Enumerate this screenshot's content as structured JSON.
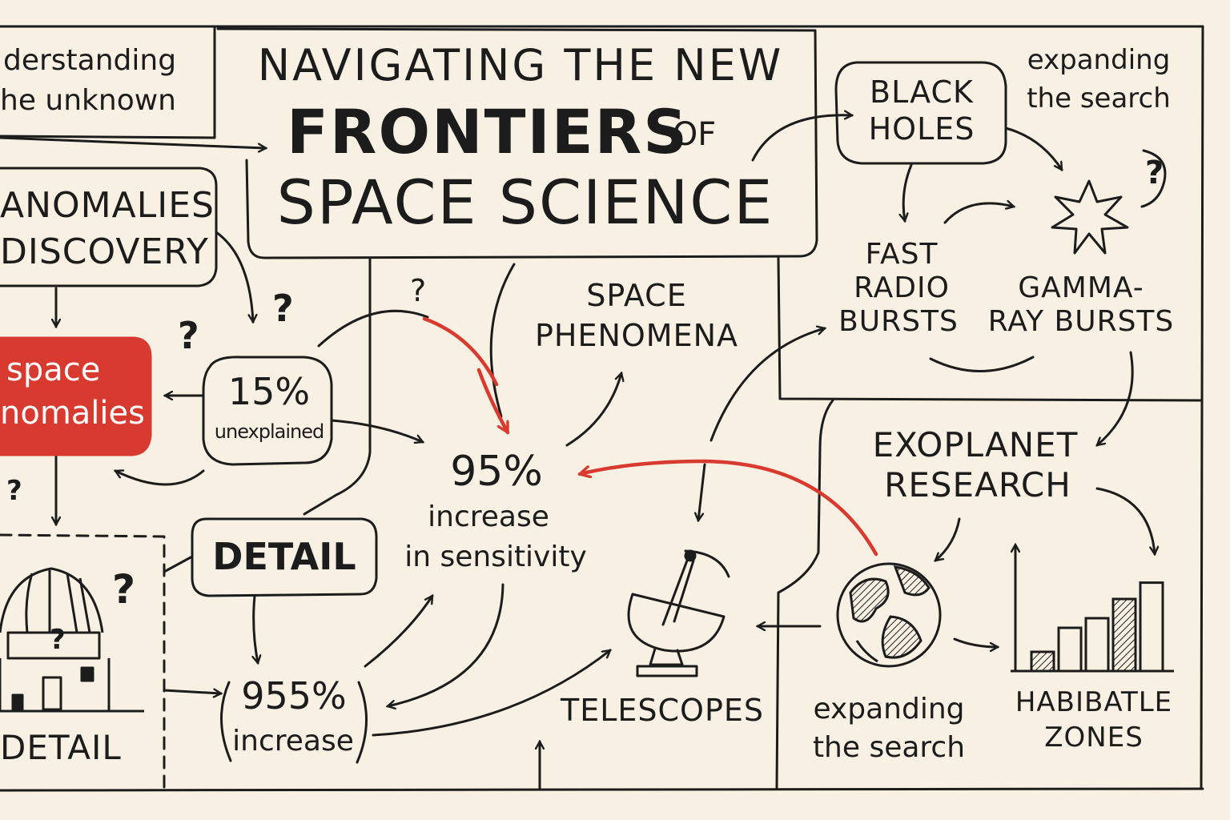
{
  "title": {
    "line1": "NAVIGATING THE NEW",
    "line2": "FRONTIERS",
    "line2_of": "OF",
    "line3": "SPACE SCIENCE"
  },
  "top_left_note": {
    "line1": "derstanding",
    "line2": "he unknown"
  },
  "anomalies_box": {
    "line1": "ANOMALIES",
    "line2": "DISCOVERY"
  },
  "space_anomalies_box": {
    "line1": "space",
    "line2": "nomalies"
  },
  "unexplained_node": {
    "value": "15%",
    "label": "unexplained"
  },
  "detail_box": {
    "label": "DETAIL"
  },
  "observatory_label": "DETAIL",
  "increase_node": {
    "value": "955%",
    "label": "increase"
  },
  "sensitivity_node": {
    "value": "95%",
    "line1": "increase",
    "line2": "in sensitivity"
  },
  "space_phenomena": {
    "line1": "SPACE",
    "line2": "PHENOMENA"
  },
  "telescopes_label": "TELESCOPES",
  "black_holes_box": {
    "line1": "BLACK",
    "line2": "HOLES"
  },
  "top_right_note": {
    "line1": "expanding",
    "line2": "the search"
  },
  "fast_radio_bursts": {
    "line1": "FAST",
    "line2": "RADIO",
    "line3": "BURSTS"
  },
  "gamma_ray_bursts": {
    "line1": "GAMMA-",
    "line2": "RAY BURSTS"
  },
  "exoplanet_research": {
    "line1": "EXOPLANET",
    "line2": "RESEARCH"
  },
  "bottom_note": {
    "line1": "expanding",
    "line2": "the search"
  },
  "habitable_zones": {
    "line1": "HABIBATLE",
    "line2": "ZONES",
    "bar_levels": [
      0.2,
      0.45,
      0.55,
      0.75,
      0.92
    ]
  },
  "question_marks": [
    "?",
    "?",
    "?",
    "?",
    "?",
    "?",
    "?"
  ],
  "colors": {
    "ink": "#1c1c1c",
    "accent": "#d93a2f",
    "paper": "#f7f0e3"
  }
}
